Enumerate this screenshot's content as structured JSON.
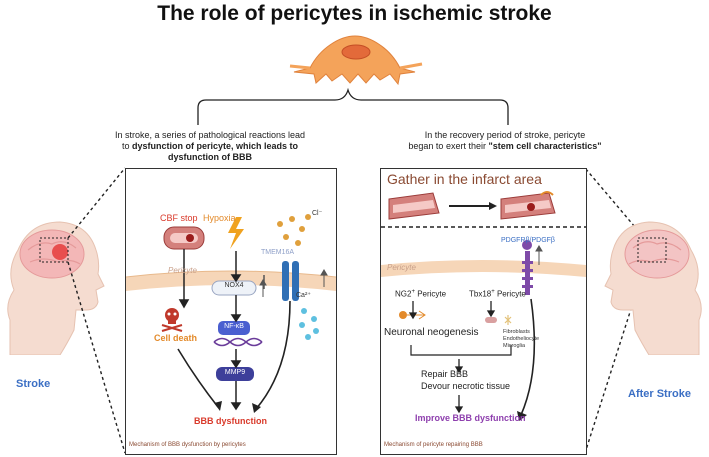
{
  "title": "The role of pericytes in ischemic stroke",
  "left_caption": {
    "line1": "In stroke, a series of pathological reactions lead",
    "line2_plain": "to ",
    "line2_bold": "dysfunction of pericyte, which leads to",
    "line3_bold": "dysfunction of BBB"
  },
  "right_caption": {
    "line1": "In the recovery period of stroke, pericyte",
    "line2_plain": "began to exert their ",
    "line2_bold": "\"stem cell characteristics\""
  },
  "left_panel": {
    "cbf_stop": "CBF stop",
    "hypoxia": "Hypoxia",
    "tmem16a": "TMEM16A",
    "cl": "Cl⁻",
    "ca": "Ca²⁺",
    "pericyte": "Pericyte",
    "nox4": "NOX4",
    "nfkb": "NF-κB",
    "mmp9": "MMP9",
    "cell_death": "Cell death",
    "bbb_dysfunction": "BBB dysfunction",
    "footer": "Mechanism of BBB dysfunction by pericytes"
  },
  "right_panel": {
    "gather": "Gather in the infarct area",
    "pericyte": "Pericyte",
    "pdgfr": "PDGFRβ/PDGFβ",
    "ng2": "NG2",
    "tbx18": "Tbx18",
    "pericyte_word": " Pericyte",
    "plus": "+",
    "neuronal": "Neuronal neogenesis",
    "fibroblasts": "Fibroblasts",
    "endotheliocyte": "Endotheliocyte",
    "microglia": "Microglia",
    "repair": "Repair BBB",
    "devour": "Devour necrotic tissue",
    "improve": "Improve BBB dysfunction",
    "footer": "Mechanism of pericyte repairing BBB"
  },
  "side_labels": {
    "stroke": "Stroke",
    "after_stroke": "After Stroke"
  },
  "colors": {
    "red_text": "#d93a2b",
    "orange_text": "#e38a2a",
    "purple_text": "#8e3fae",
    "blue_text": "#3b6fc4",
    "brown_text": "#8a4a32",
    "pericyte_body": "#f4a35a",
    "nfkb_box": "#4a5fd0",
    "mmp9_box": "#3d3f9a"
  }
}
